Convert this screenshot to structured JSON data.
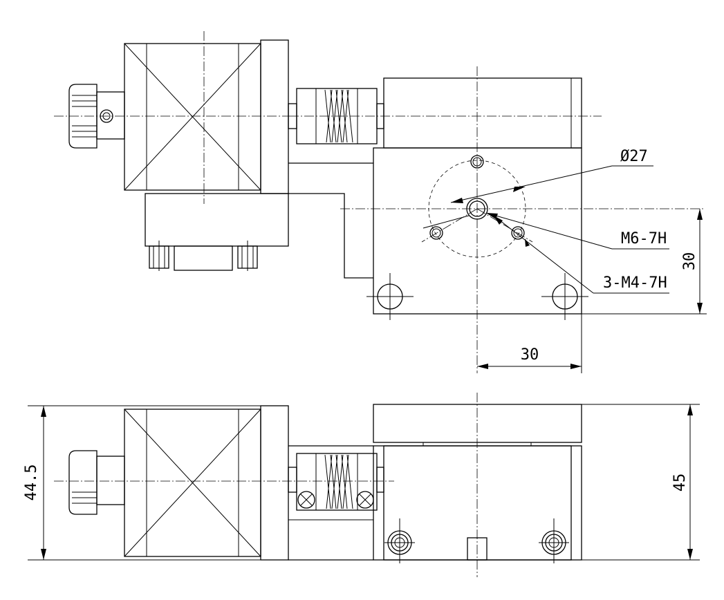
{
  "top_view": {
    "labels": {
      "diameter": "Ø27",
      "center_thread": "M6-7H",
      "hole_thread": "3-M4-7H",
      "dim_vertical": "30",
      "dim_horizontal": "30"
    }
  },
  "front_view": {
    "labels": {
      "dim_left_height": "44.5",
      "dim_right_height": "45"
    }
  }
}
